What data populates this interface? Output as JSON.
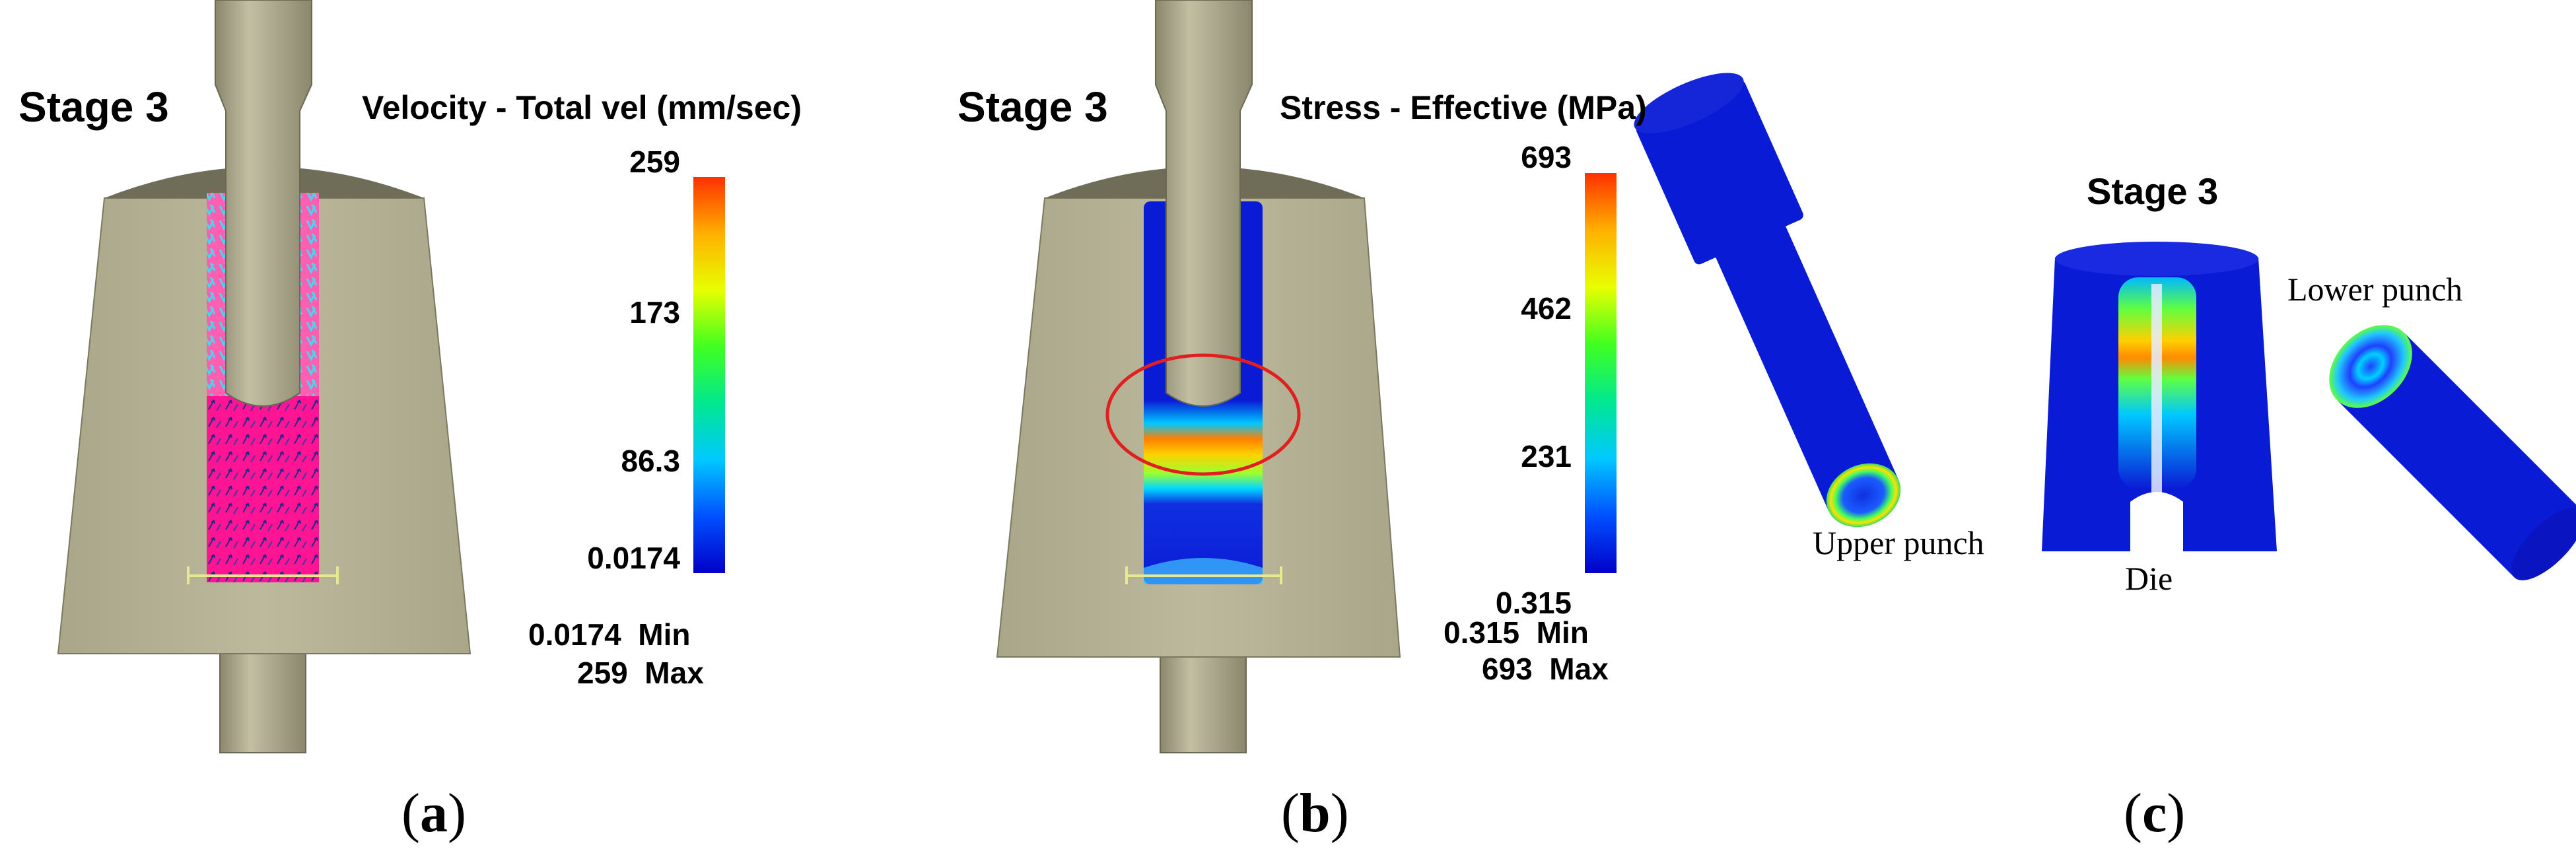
{
  "colors": {
    "tooling": "#b7b496",
    "tooling_dark": "#858268",
    "tooling_edge": "#6b6954",
    "die_top": "#6f6d58",
    "billet_velocity": "#ff1493",
    "velocity_arrows": "#44d8f0",
    "velocity_arrows_dark": "#1f2a8a",
    "stress_low": "#0a1bd6",
    "highlight_circle": "#e02020",
    "colormap": [
      "#0000c8",
      "#0050ff",
      "#00c8ff",
      "#00e890",
      "#40ff20",
      "#e8ff00",
      "#ffb000",
      "#ff3000"
    ]
  },
  "panel_a": {
    "title": "Stage 3",
    "variable": "Velocity - Total vel (mm/sec)",
    "ticks": [
      "259",
      "173",
      "86.3",
      "0.0174"
    ],
    "min_label": "0.0174  Min",
    "max_label": "259  Max",
    "min_value": 0.0174,
    "max_value": 259,
    "letter": "(a)"
  },
  "panel_b": {
    "title": "Stage 3",
    "variable": "Stress - Effective (MPa)",
    "ticks": [
      "693",
      "462",
      "231",
      "0.315"
    ],
    "min_label": "0.315  Min",
    "max_label": "693  Max",
    "min_value": 0.315,
    "max_value": 693,
    "letter": "(b)"
  },
  "panel_c": {
    "title": "Stage 3",
    "upper_punch": "Upper punch",
    "die": "Die",
    "lower_punch": "Lower punch",
    "letter": "(c)"
  }
}
